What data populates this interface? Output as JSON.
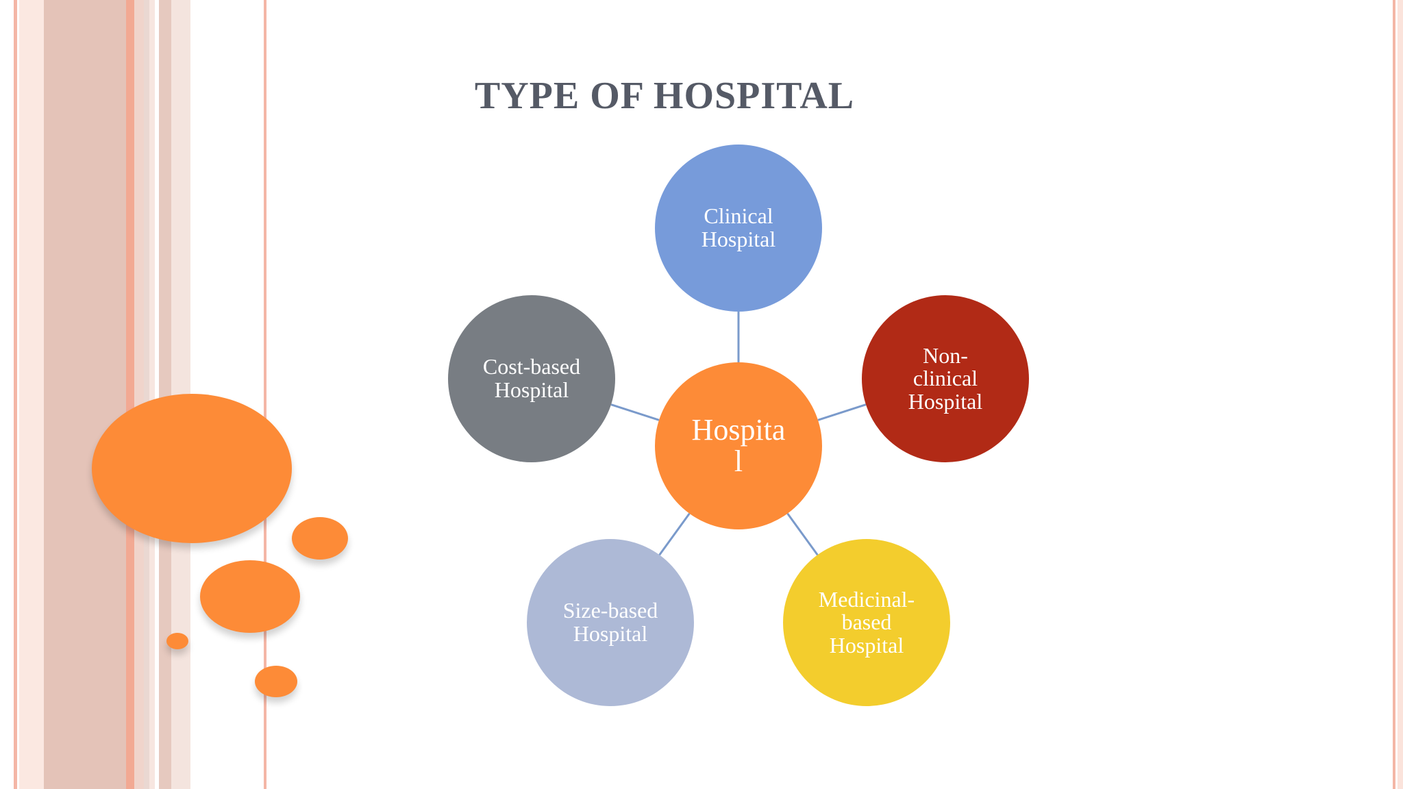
{
  "title": "TYPE OF HOSPITAL",
  "diagram": {
    "center": {
      "label": "Hospita\nl",
      "color": "#fd8b37"
    },
    "nodes": [
      {
        "label": "Clinical\nHospital",
        "color": "#779bda"
      },
      {
        "label": "Non-\nclinical\nHospital",
        "color": "#b12a16"
      },
      {
        "label": "Medicinal-\nbased\nHospital",
        "color": "#f3cd2d"
      },
      {
        "label": "Size-based\nHospital",
        "color": "#adb9d6"
      },
      {
        "label": "Cost-based\nHospital",
        "color": "#787d83"
      }
    ],
    "link_color": "#7a9acb"
  },
  "decoration": {
    "stripe_color": "#f4b6a6",
    "bubble_color": "#fd8b37"
  }
}
